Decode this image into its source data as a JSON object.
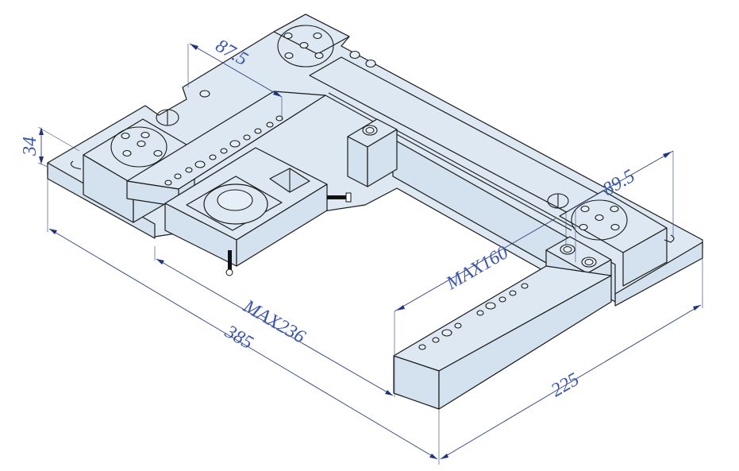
{
  "title": "Isometric fixture clamp assembly drawing",
  "colors": {
    "part_fill": "#dde8f2",
    "outline": "#1a1a1a",
    "dimension": "#3b57a8",
    "background": "#ffffff"
  },
  "dimensions": {
    "base_height": "34",
    "top_offset_left": "87.5",
    "top_offset_right": "89.5",
    "max_inner_width": "MAX160",
    "max_inner_length": "MAX236",
    "overall_length": "385",
    "overall_width": "225"
  },
  "components": [
    {
      "name": "L-shaped base plate"
    },
    {
      "name": "rear clamp block with hole circle"
    },
    {
      "name": "right clamp block with hole circle"
    },
    {
      "name": "sliding jaw with cylindrical seat"
    },
    {
      "name": "front locating bar"
    },
    {
      "name": "stop block"
    },
    {
      "name": "adjusting bolts"
    }
  ]
}
